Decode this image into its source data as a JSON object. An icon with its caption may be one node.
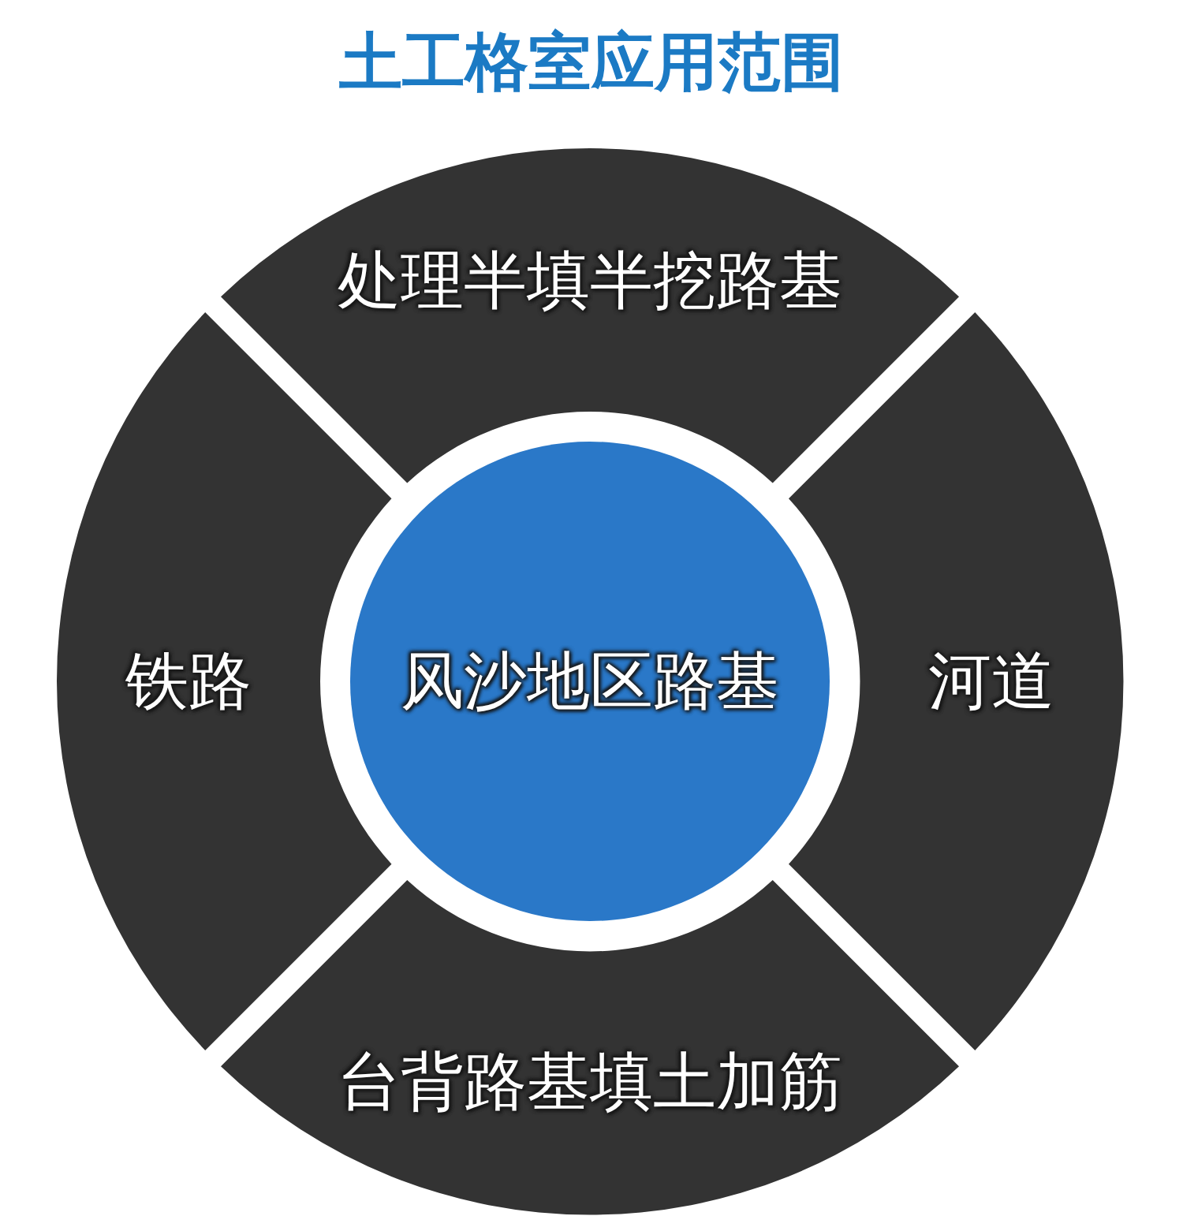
{
  "diagram": {
    "title": "土工格室应用范围",
    "nodes": [
      {
        "text": [
          "处理半填半挖路基"
        ]
      },
      {
        "text": [
          "铁路"
        ]
      },
      {
        "text": [
          "风沙地区路基"
        ]
      },
      {
        "text": [
          "河道"
        ]
      },
      {
        "text": [
          "台背路基填土加筋"
        ]
      }
    ]
  }
}
